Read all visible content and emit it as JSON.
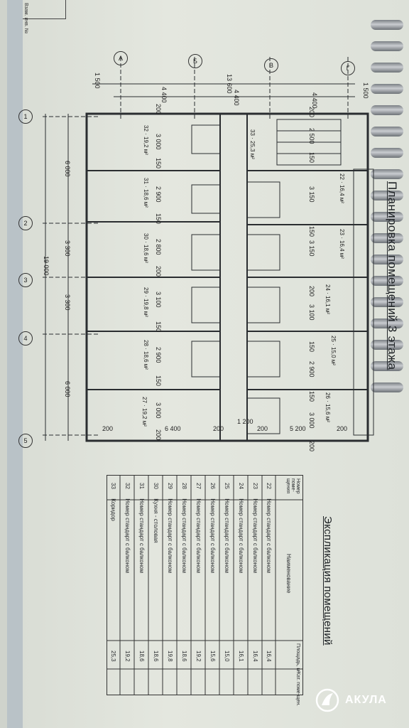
{
  "stamp": {
    "line1": "Взам. инв. №"
  },
  "plan": {
    "title": "Планировка помещений 3 этажа",
    "axes_letters": [
      "А",
      "Б",
      "В",
      "Г"
    ],
    "axes_numbers": [
      "1",
      "2",
      "3",
      "4",
      "5"
    ],
    "dims_top": [
      "1 500",
      "13 600",
      "1 500"
    ],
    "dims_top2": [
      "4 400",
      "4 400",
      "4 400"
    ],
    "dims_bottom": [
      "6 000",
      "3 300",
      "3 300",
      "6 000"
    ],
    "dims_total": "19 000",
    "dims_inner_left": [
      "200",
      "3 000",
      "150",
      "2 900",
      "150",
      "2 800",
      "200",
      "3 100",
      "150",
      "2 900",
      "150",
      "3 000",
      "200"
    ],
    "dims_inner_right": [
      "200",
      "2 500",
      "150",
      "3 150",
      "150",
      "3 150",
      "200",
      "3 100",
      "150",
      "2 900",
      "150",
      "3 000",
      "200"
    ],
    "dims_corridor": [
      "200",
      "6 400",
      "200",
      "1 200",
      "200",
      "5 200",
      "200"
    ],
    "rooms": [
      {
        "num": "22",
        "area": "16,4 м²"
      },
      {
        "num": "23",
        "area": "16,4 м²"
      },
      {
        "num": "24",
        "area": "16,1 м²"
      },
      {
        "num": "25",
        "area": "15,0 м²"
      },
      {
        "num": "26",
        "area": "15,6 м²"
      },
      {
        "num": "27",
        "area": "19,2 м²"
      },
      {
        "num": "28",
        "area": "18,6 м²"
      },
      {
        "num": "29",
        "area": "19,8 м²"
      },
      {
        "num": "30",
        "area": "18,6 м²"
      },
      {
        "num": "31",
        "area": "18,6 м²"
      },
      {
        "num": "32",
        "area": "19,2 м²"
      },
      {
        "num": "33",
        "area": "25,3 м²"
      }
    ]
  },
  "explication": {
    "title": "Экспликация помещений",
    "headers": {
      "num": "Номер поме-щения",
      "name": "Наименование",
      "area": "Площадь, м²",
      "cat": "Кат. поме-щен."
    },
    "rows": [
      {
        "num": "22",
        "name": "Номер стандарт с балконом",
        "area": "16,4"
      },
      {
        "num": "23",
        "name": "Номер стандарт с балконом",
        "area": "16,4"
      },
      {
        "num": "24",
        "name": "Номер стандарт с балконом",
        "area": "16,1"
      },
      {
        "num": "25",
        "name": "Номер стандарт с балконом",
        "area": "15,0"
      },
      {
        "num": "26",
        "name": "Номер стандарт с балконом",
        "area": "15,6"
      },
      {
        "num": "27",
        "name": "Номер стандарт с балконом",
        "area": "19,2"
      },
      {
        "num": "28",
        "name": "Номер стандарт с балконом",
        "area": "18,6"
      },
      {
        "num": "29",
        "name": "Номер стандарт с балконом",
        "area": "19,8"
      },
      {
        "num": "30",
        "name": "Кухня - столовая",
        "area": "18,6"
      },
      {
        "num": "31",
        "name": "Номер стандарт с балконом",
        "area": "18,6"
      },
      {
        "num": "32",
        "name": "Номер стандарт с балконом",
        "area": "19,2"
      },
      {
        "num": "33",
        "name": "Коридор",
        "area": "25,3"
      }
    ]
  },
  "watermark": {
    "brand": "АКУЛА",
    "logo_icon": "shark-fin-icon"
  },
  "colors": {
    "paper": "#e2e5dd",
    "ink": "#2a2d30",
    "logo": "#ffffff"
  }
}
